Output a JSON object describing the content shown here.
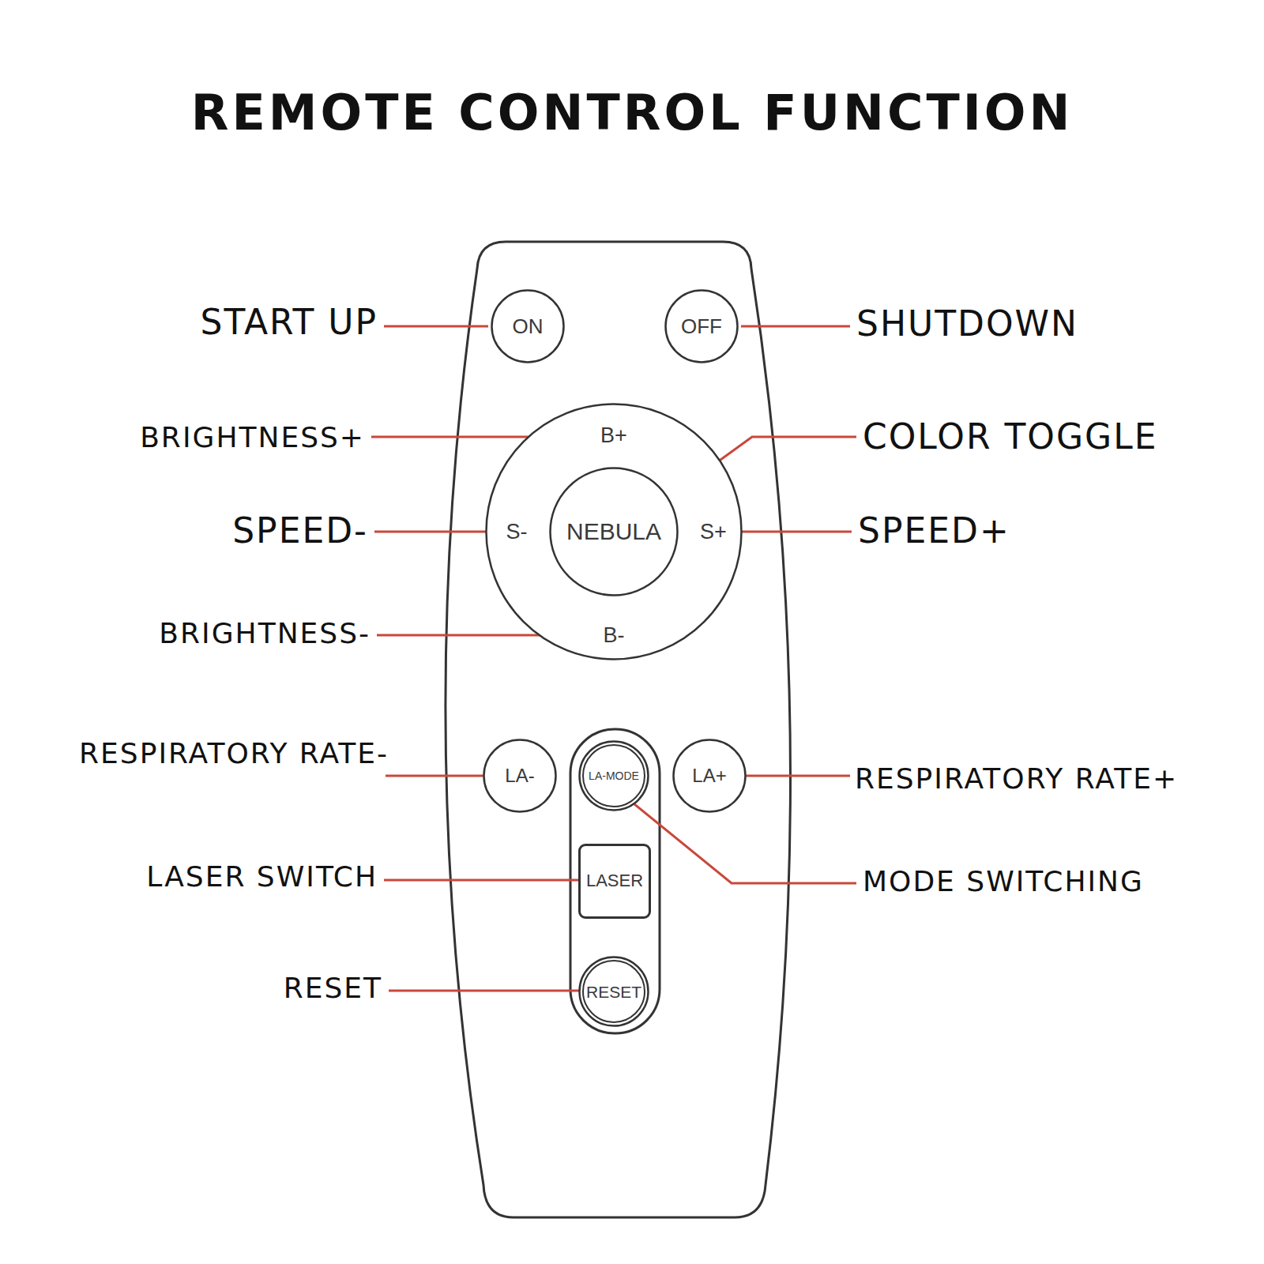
{
  "diagram": {
    "title": "REMOTE CONTROL FUNCTION",
    "nodes": [
      {
        "text": [
          "ON"
        ]
      },
      {
        "text": [
          "OFF"
        ]
      },
      {
        "text": [
          "B+",
          "S-",
          "S+",
          "B-"
        ]
      },
      {
        "text": [
          "NEBULA"
        ],
        "in": 2
      },
      {
        "text": [
          "LA-"
        ]
      },
      {
        "text": [
          "LA-MODE"
        ]
      },
      {
        "text": [
          "LA+"
        ]
      },
      {
        "text": [
          "LASER"
        ]
      },
      {
        "text": [
          "RESET"
        ]
      }
    ],
    "labels": [
      "START UP",
      "SHUTDOWN",
      "BRIGHTNESS+",
      "COLOR TOGGLE",
      "SPEED-",
      "SPEED+",
      "BRIGHTNESS-",
      "RESPIRATORY RATE-",
      "RESPIRATORY RATE+",
      "LASER SWITCH",
      "MODE SWITCHING",
      "RESET"
    ]
  }
}
